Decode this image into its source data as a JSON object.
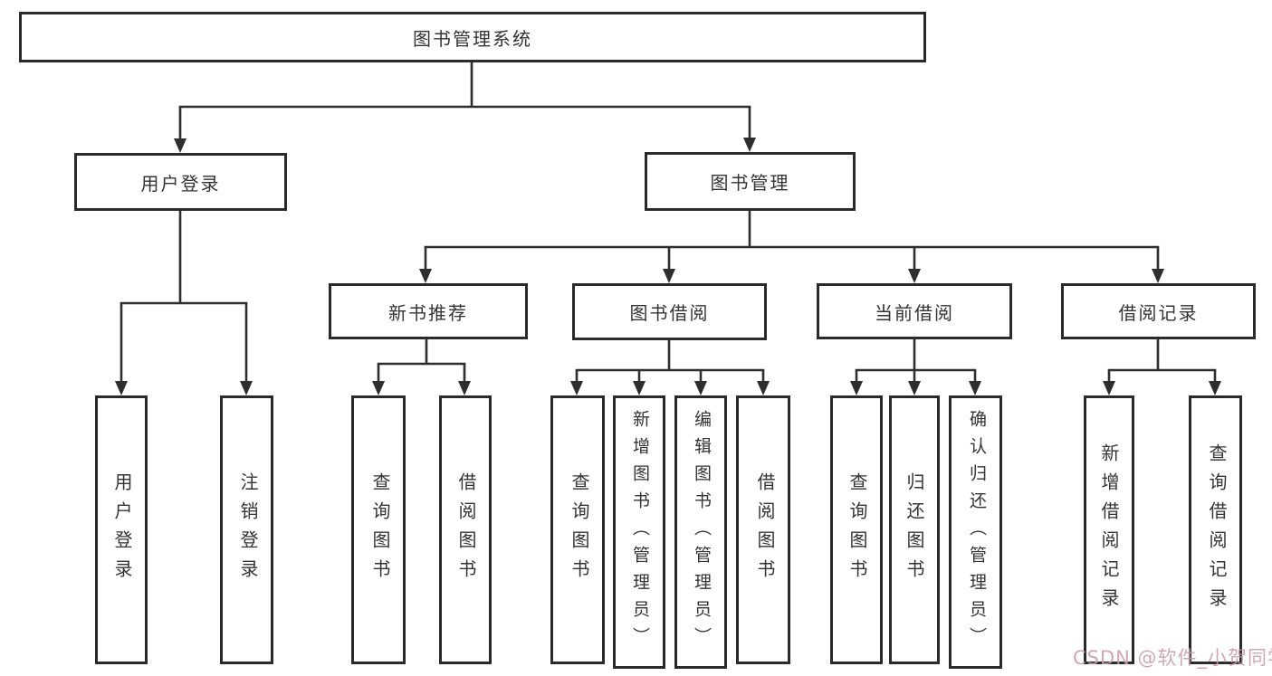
{
  "root": {
    "label": "图书管理系统"
  },
  "level2": [
    {
      "label": "用户登录"
    },
    {
      "label": "图书管理"
    }
  ],
  "level3": [
    {
      "label": "新书推荐"
    },
    {
      "label": "图书借阅"
    },
    {
      "label": "当前借阅"
    },
    {
      "label": "借阅记录"
    }
  ],
  "leaves": {
    "user_login": [
      {
        "label": "用户登录"
      },
      {
        "label": "注销登录"
      }
    ],
    "new_book_rec": [
      {
        "label": "查询图书"
      },
      {
        "label": "借阅图书"
      }
    ],
    "book_borrow": [
      {
        "label": "查询图书"
      },
      {
        "label": "新增图书（管理员）"
      },
      {
        "label": "编辑图书（管理员）"
      },
      {
        "label": "借阅图书"
      }
    ],
    "current_borrow": [
      {
        "label": "查询图书"
      },
      {
        "label": "归还图书"
      },
      {
        "label": "确认归还（管理员）"
      }
    ],
    "borrow_record": [
      {
        "label": "新增借阅记录"
      },
      {
        "label": "查询借阅记录"
      }
    ]
  },
  "watermark": {
    "text": "CSDN @软件_小贺同学",
    "color": "#c99ca5"
  },
  "colors": {
    "line": "#2e2e2e",
    "box_border": "#2b2b2b",
    "text": "#333333",
    "background": "#ffffff"
  }
}
